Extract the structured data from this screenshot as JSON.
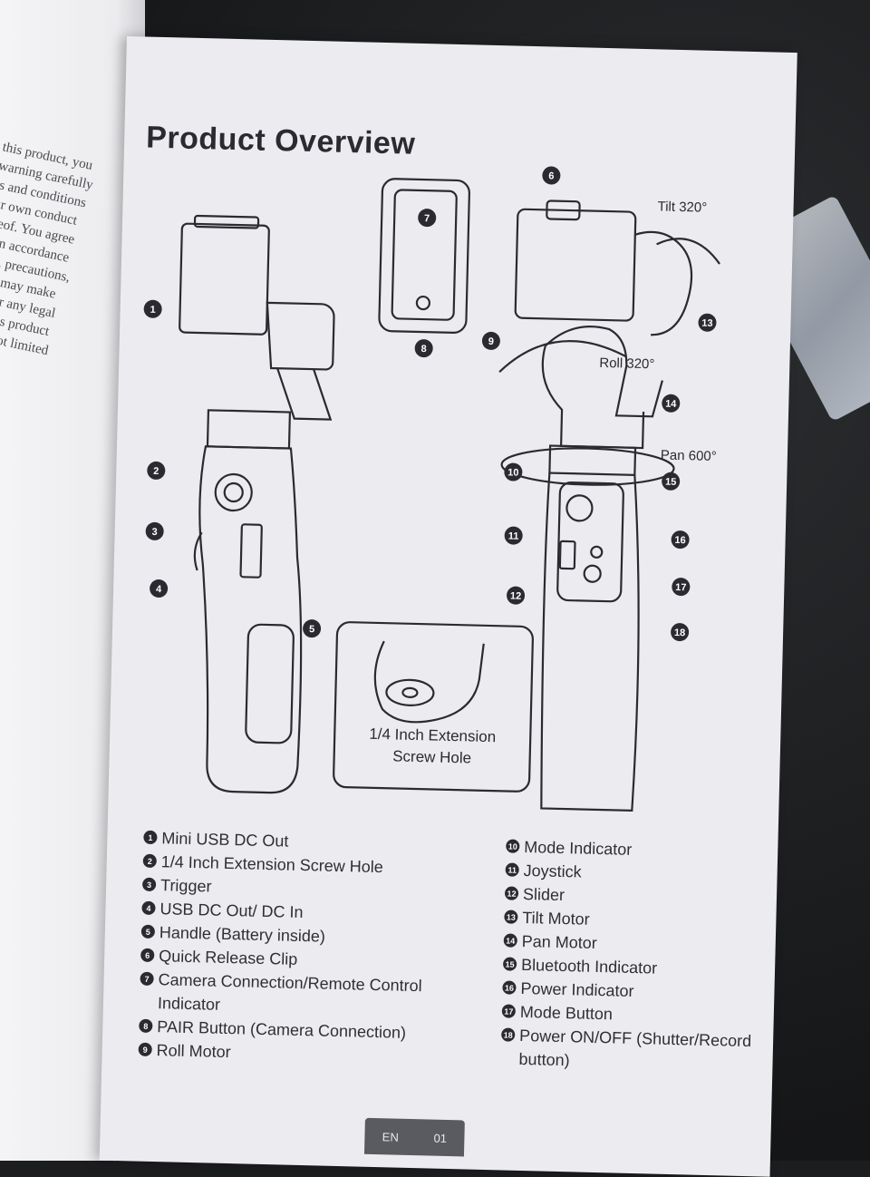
{
  "page": {
    "title": "Product Overview",
    "language": "EN",
    "page_number": "01"
  },
  "left_page_text": [
    "g this product, you",
    "d warning carefully",
    "rms and conditions",
    "your own conduct",
    "thereof. You agree",
    "and in accordance",
    "terms, precautions,",
    "le and may make",
    "njury or any legal",
    "se of this product",
    "ng,but not limited"
  ],
  "diagram": {
    "tilt_label": "Tilt 320°",
    "roll_label": "Roll 320°",
    "pan_label": "Pan 600°",
    "inset_label_line1": "1/4 Inch Extension",
    "inset_label_line2": "Screw Hole"
  },
  "legend_left": [
    {
      "n": "1",
      "text": "Mini USB DC Out"
    },
    {
      "n": "2",
      "text": "1/4 Inch Extension Screw Hole"
    },
    {
      "n": "3",
      "text": "Trigger"
    },
    {
      "n": "4",
      "text": "USB DC Out/ DC In"
    },
    {
      "n": "5",
      "text": "Handle (Battery inside)"
    },
    {
      "n": "6",
      "text": "Quick Release Clip"
    },
    {
      "n": "7",
      "text": "Camera Connection/Remote Control Indicator"
    },
    {
      "n": "8",
      "text": "PAIR Button  (Camera Connection)"
    },
    {
      "n": "9",
      "text": "Roll Motor"
    }
  ],
  "legend_right": [
    {
      "n": "10",
      "text": "Mode Indicator"
    },
    {
      "n": "11",
      "text": "Joystick"
    },
    {
      "n": "12",
      "text": "Slider"
    },
    {
      "n": "13",
      "text": "Tilt Motor"
    },
    {
      "n": "14",
      "text": "Pan Motor"
    },
    {
      "n": "15",
      "text": "Bluetooth Indicator"
    },
    {
      "n": "16",
      "text": "Power Indicator"
    },
    {
      "n": "17",
      "text": "Mode Button"
    },
    {
      "n": "18",
      "text": "Power ON/OFF (Shutter/Record button)"
    }
  ]
}
